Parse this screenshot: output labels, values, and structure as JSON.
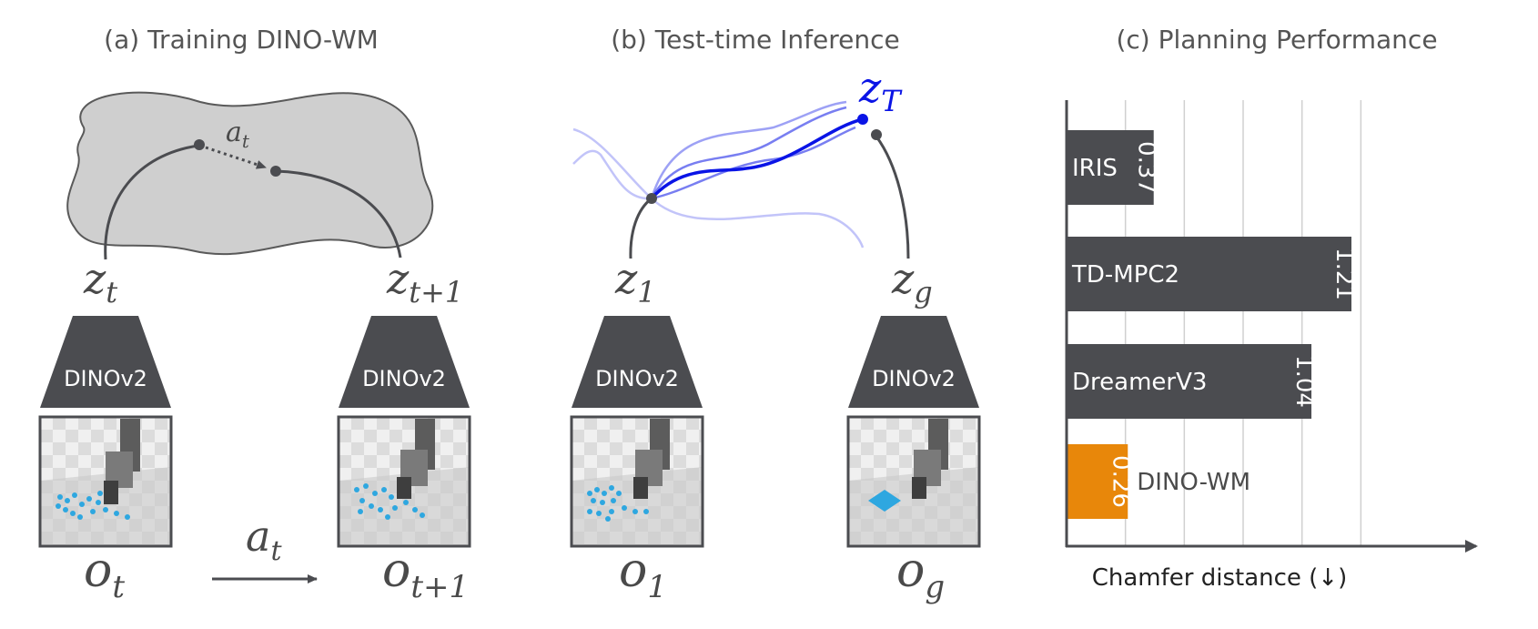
{
  "panels": {
    "a": {
      "title": "(a) Training DINO-WM"
    },
    "b": {
      "title": "(b) Test-time Inference"
    },
    "c": {
      "title": "(c) Planning Performance"
    }
  },
  "labels": {
    "action_base": "a",
    "action_sub": "t",
    "z_base": "z",
    "o_base": "o",
    "sub_t": "t",
    "sub_t1": "t+1",
    "sub_1": "1",
    "sub_g": "g",
    "sub_T": "T",
    "encoder": "DINOv2"
  },
  "colors": {
    "dark": "#4b4c50",
    "blue": "#0a14e6",
    "orange": "#e8870a",
    "cloud": "#cfcfcf",
    "particles": "#2ea7e0"
  },
  "chart_data": {
    "type": "bar",
    "orientation": "horizontal",
    "categories": [
      "IRIS",
      "TD-MPC2",
      "DreamerV3",
      "DINO-WM"
    ],
    "values": [
      0.37,
      1.21,
      1.04,
      0.26
    ],
    "value_labels": [
      "0.37",
      "1.21",
      "1.04",
      "0.26"
    ],
    "highlight": "DINO-WM",
    "xlabel": "Chamfer distance (↓)",
    "xlim": [
      0,
      1.4
    ],
    "grid": true
  }
}
